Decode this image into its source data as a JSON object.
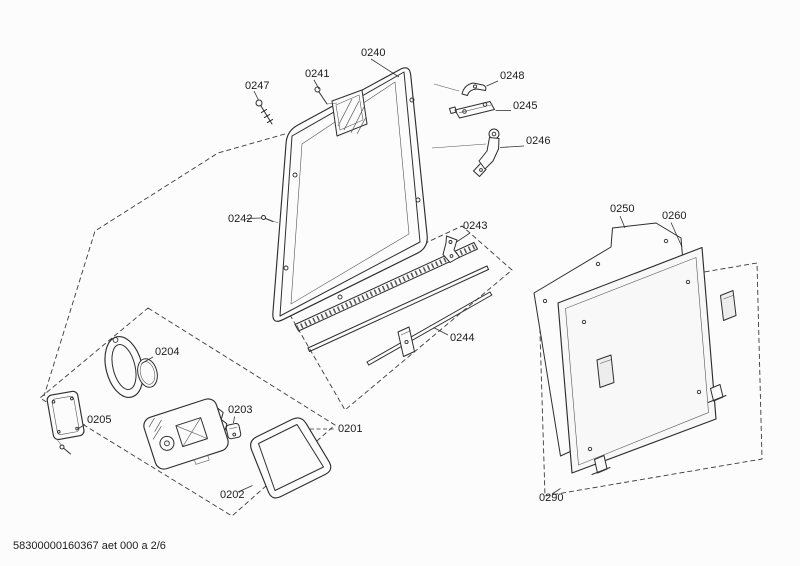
{
  "page": {
    "footer": "58300000160367 aet 000 a 2/6",
    "background": "#fcfcfc",
    "line_color": "#2e2e2e"
  },
  "labels": {
    "0201": "0201",
    "0202": "0202",
    "0203": "0203",
    "0204": "0204",
    "0205": "0205",
    "0240": "0240",
    "0241": "0241",
    "0242": "0242",
    "0243": "0243",
    "0244": "0244",
    "0245": "0245",
    "0246": "0246",
    "0247": "0247",
    "0248": "0248",
    "0250": "0250",
    "0260": "0260",
    "0290": "0290"
  }
}
